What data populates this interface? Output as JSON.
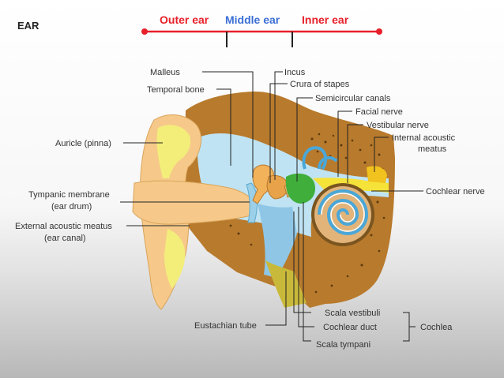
{
  "title": "EAR",
  "header": {
    "outer_ear": "Outer ear",
    "middle_ear": "Middle ear",
    "inner_ear": "Inner ear"
  },
  "labels": {
    "malleus": "Malleus",
    "incus": "Incus",
    "temporal_bone": "Temporal bone",
    "crura_of_stapes": "Crura of stapes",
    "semicircular_canals": "Semicircular canals",
    "facial_nerve": "Facial nerve",
    "vestibular_nerve": "Vestibular nerve",
    "internal_acoustic_1": "Internal acoustic",
    "internal_acoustic_2": "meatus",
    "auricle": "Auricle (pinna)",
    "tympanic_1": "Tympanic membrane",
    "tympanic_2": "(ear drum)",
    "external_1": "External acoustic meatus",
    "external_2": "(ear canal)",
    "cochlear_nerve": "Cochlear nerve",
    "eustachian_tube": "Eustachian tube",
    "scala_vestibuli": "Scala vestibuli",
    "cochlear_duct": "Cochlear duct",
    "scala_tympani": "Scala tympani",
    "cochlea": "Cochlea"
  },
  "colors": {
    "header_red": "#e8202a",
    "header_blue": "#3b6fd6",
    "bone": "#b87a2c",
    "skin": "#f6c98a",
    "cartilage": "#f3ee7a",
    "fluid": "#bfe3f3"
  }
}
